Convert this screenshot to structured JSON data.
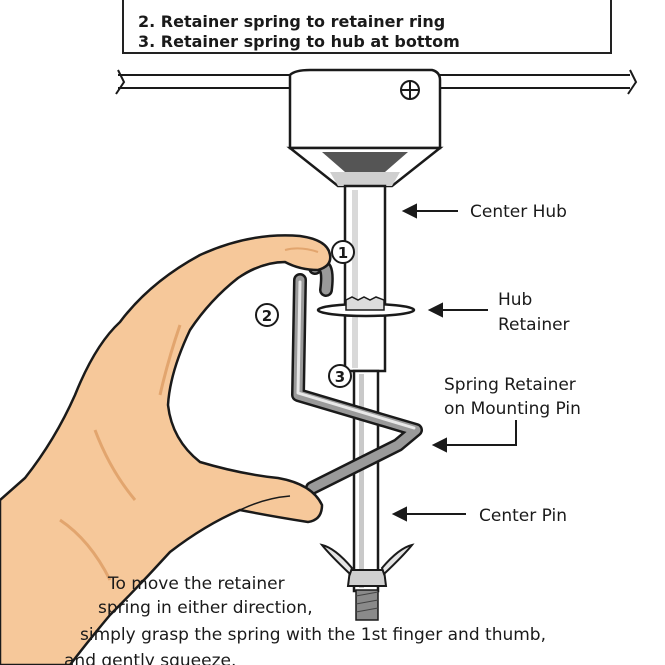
{
  "steps": [
    {
      "num": "2.",
      "text": "Retainer spring to retainer ring"
    },
    {
      "num": "3.",
      "text": "Retainer spring to hub at bottom"
    }
  ],
  "labels": {
    "center_hub": "Center Hub",
    "hub_retainer_line1": "Hub",
    "hub_retainer_line2": "Retainer",
    "spring_retainer_line1": "Spring Retainer",
    "spring_retainer_line2": "on Mounting Pin",
    "center_pin": "Center Pin"
  },
  "markers": [
    "1",
    "2",
    "3"
  ],
  "caption": {
    "line1": "To move the retainer",
    "line2": "spring in either direction,",
    "line3": "simply grasp the spring with the 1st finger and thumb,",
    "line4": "and gently squeeze."
  },
  "colors": {
    "skin": "#f6c89a",
    "skin_shadow": "#e2a56e",
    "outline": "#1a1a1a",
    "metal": "#d9d9d9",
    "metal_dark": "#8a8a8a"
  }
}
